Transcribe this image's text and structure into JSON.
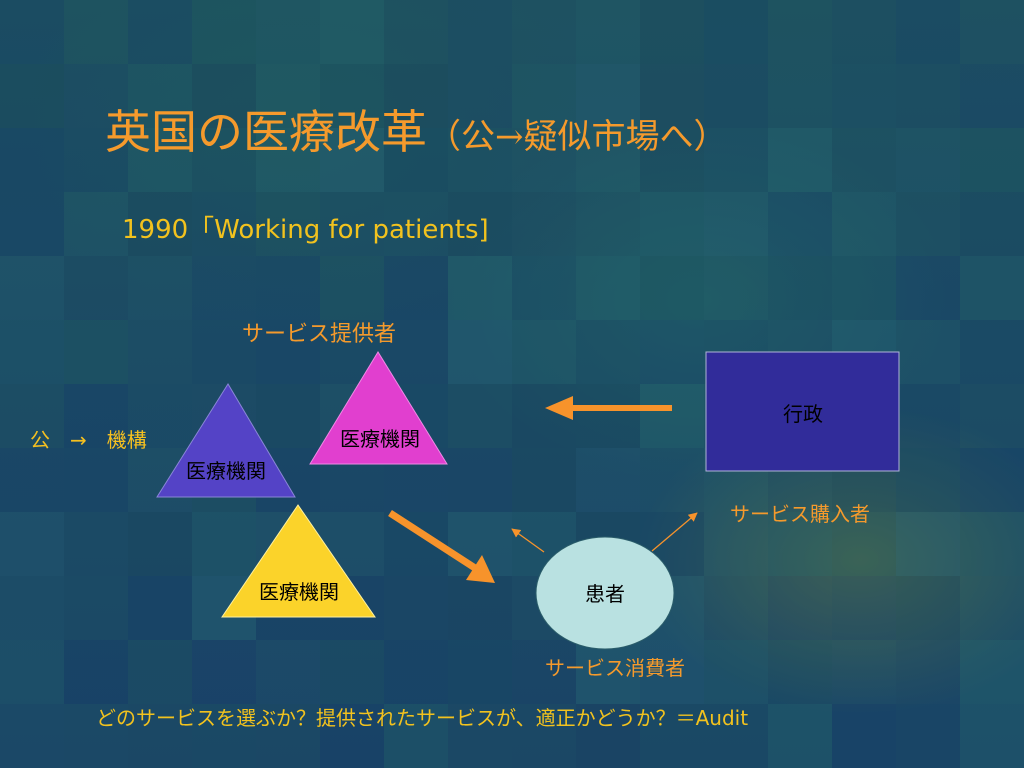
{
  "slide": {
    "title_main": "英国の医療改革",
    "title_paren": "（公→疑似市場へ）",
    "subtitle": "1990「Working for patients]",
    "bottom_line": "どのサービスを選ぶか？提供されたサービスが、適正かどうか？＝Audit"
  },
  "labels": {
    "provider": "サービス提供者",
    "public_to_org": "公　→　機構",
    "buyer": "サービス購入者",
    "consumer": "サービス消費者"
  },
  "nodes": {
    "triangle_purple": {
      "text": "医療機関",
      "fill": "#5443c6"
    },
    "triangle_magenta": {
      "text": "医療機関",
      "fill": "#e13fcf"
    },
    "triangle_yellow": {
      "text": "医療機関",
      "fill": "#fbd32a"
    },
    "government": {
      "text": "行政",
      "fill": "#312c9a"
    },
    "patient": {
      "text": "患者",
      "fill": "#b9e1e1"
    }
  },
  "colors": {
    "accent_orange": "#f59a2c",
    "accent_yellow": "#f2c21e",
    "arrow_orange": "#f7932b"
  }
}
